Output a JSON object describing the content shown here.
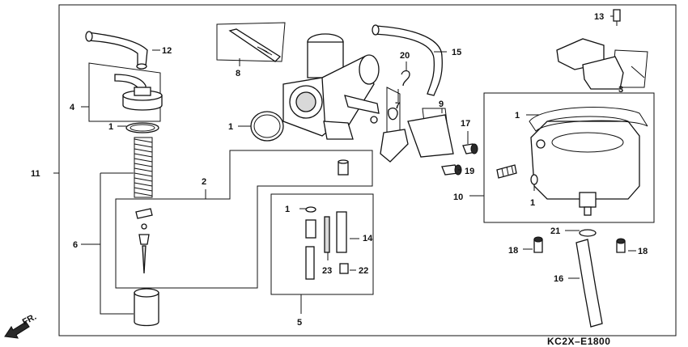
{
  "callouts": {
    "c1a": "1",
    "c1b": "1",
    "c1c": "1",
    "c1d": "1",
    "c1e": "1",
    "c2": "2",
    "c3": "3",
    "c4": "4",
    "c5": "5",
    "c6": "6",
    "c7": "7",
    "c8": "8",
    "c9": "9",
    "c10": "10",
    "c11": "11",
    "c12": "12",
    "c13": "13",
    "c14": "14",
    "c15": "15",
    "c16": "16",
    "c17": "17",
    "c18a": "18",
    "c18b": "18",
    "c19": "19",
    "c20": "20",
    "c21": "21",
    "c22": "22",
    "c23": "23"
  },
  "direction_label": "FR.",
  "diagram_code": "KC2X–E1800"
}
